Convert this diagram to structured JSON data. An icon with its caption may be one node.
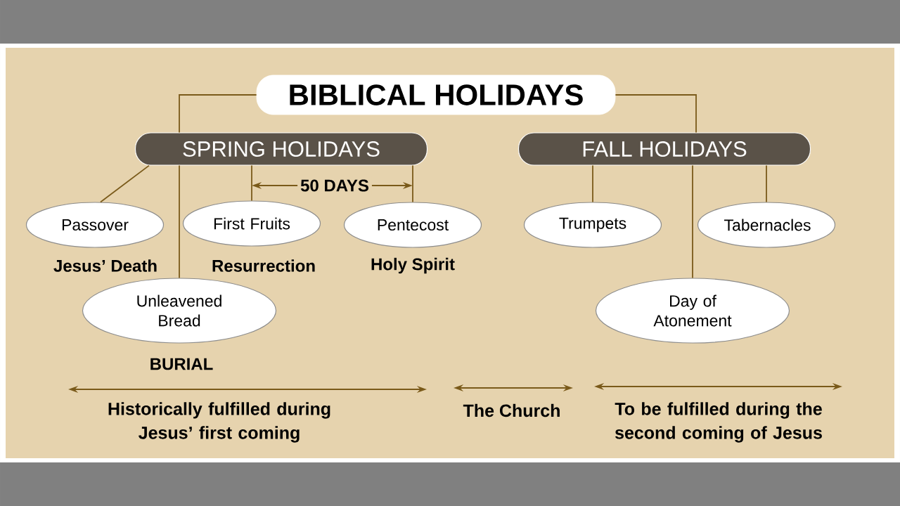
{
  "diagram": {
    "nodes": [
      {
        "text": [
          "BIBLICAL HOLIDAYS"
        ]
      },
      {
        "text": [
          "SPRING HOLIDAYS"
        ]
      },
      {
        "text": [
          "FALL HOLIDAYS"
        ]
      },
      {
        "text": [
          "Passover"
        ],
        "beside": [
          "Jesus’ Death"
        ]
      },
      {
        "text": [
          "First Fruits"
        ],
        "beside": [
          "Resurrection"
        ]
      },
      {
        "text": [
          "Pentecost"
        ],
        "beside": [
          "Holy Spirit"
        ]
      },
      {
        "text": [
          "Unleavened Bread"
        ],
        "beside": [
          "BURIAL"
        ]
      },
      {
        "text": [
          "Trumpets"
        ]
      },
      {
        "text": [
          "Tabernacles"
        ]
      },
      {
        "text": [
          "Day of Atonement"
        ]
      }
    ],
    "edges": [
      {
        "from": 0,
        "to": 1,
        "arrow": "none"
      },
      {
        "from": 0,
        "to": 2,
        "arrow": "none"
      },
      {
        "from": 1,
        "to": 3,
        "arrow": "none"
      },
      {
        "from": 1,
        "to": 4,
        "arrow": "none"
      },
      {
        "from": 1,
        "to": 5,
        "arrow": "none"
      },
      {
        "from": 1,
        "to": 6,
        "arrow": "none"
      },
      {
        "from": 2,
        "to": 7,
        "arrow": "none"
      },
      {
        "from": 2,
        "to": 8,
        "arrow": "none"
      },
      {
        "from": 2,
        "to": 9,
        "arrow": "none"
      }
    ],
    "labels": [
      "50 DAYS",
      "Historically fulfilled during Jesus’ first coming",
      "The Church",
      "To be fulfilled during the second coming of Jesus"
    ]
  }
}
